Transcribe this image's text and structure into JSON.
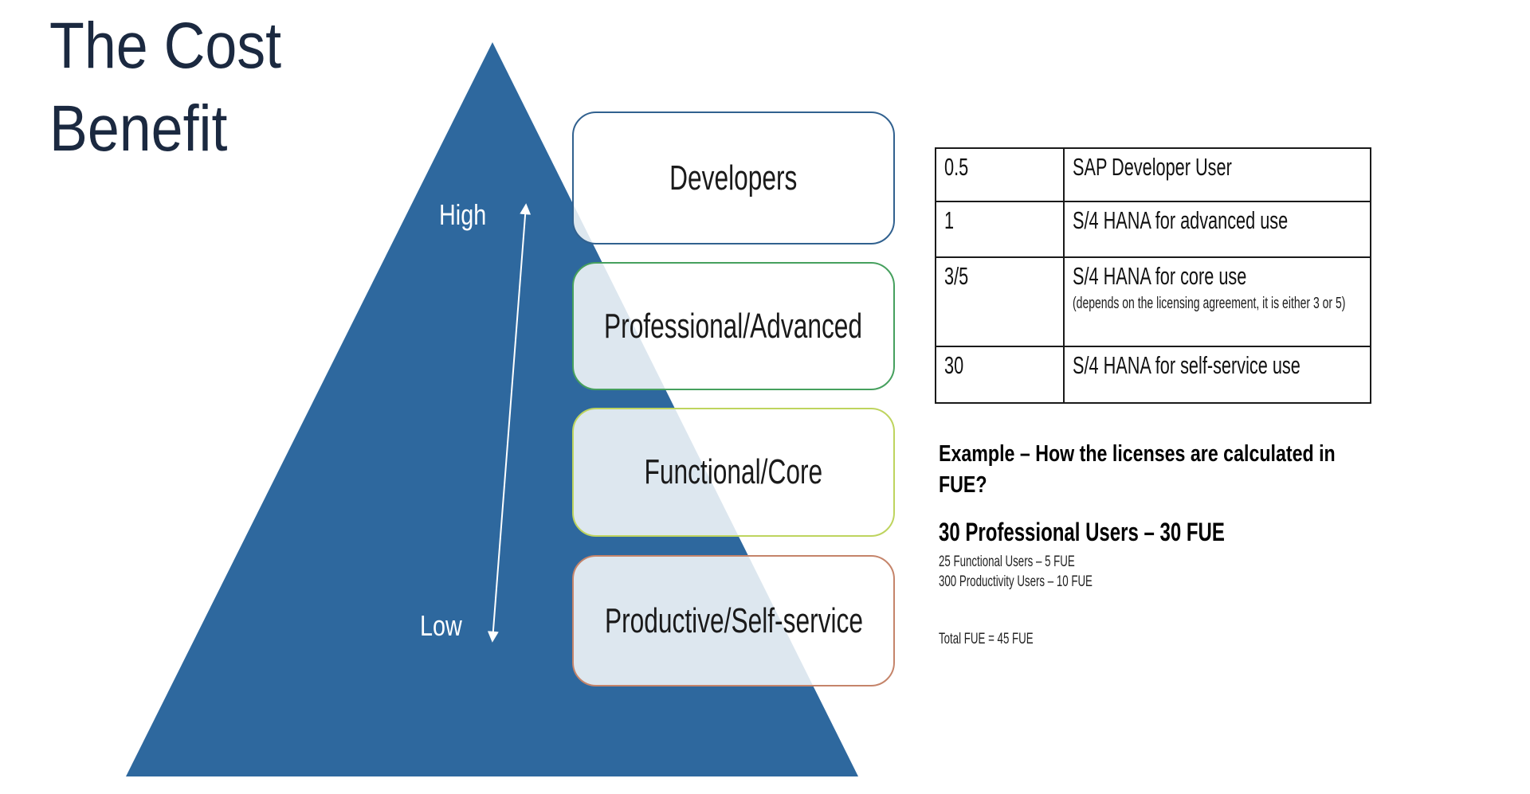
{
  "title": "The Cost Benefit",
  "pyramid": {
    "fill_color": "#2E689E",
    "high_label": "High",
    "low_label": "Low",
    "levels": [
      {
        "label": "Developers",
        "border_color": "#31618F"
      },
      {
        "label": "Professional/Advanced",
        "border_color": "#46A05E"
      },
      {
        "label": "Functional/Core",
        "border_color": "#BED45E"
      },
      {
        "label": "Productive/Self-service",
        "border_color": "#C5846A"
      }
    ]
  },
  "table": {
    "rows": [
      {
        "value": "0.5",
        "description": "SAP Developer User",
        "note": ""
      },
      {
        "value": "1",
        "description": "S/4 HANA for advanced use",
        "note": ""
      },
      {
        "value": "3/5",
        "description": "S/4 HANA for core use",
        "note": "(depends on the licensing agreement, it is either 3 or 5)"
      },
      {
        "value": "30",
        "description": "S/4 HANA for self-service use",
        "note": ""
      }
    ]
  },
  "example": {
    "heading": "Example – How the licenses are calculated in FUE?",
    "professional_line": "30 Professional Users – 30 FUE",
    "functional_line": "25 Functional Users – 5 FUE",
    "productivity_line": "300 Productivity Users – 10 FUE",
    "total_line": "Total FUE = 45 FUE"
  }
}
